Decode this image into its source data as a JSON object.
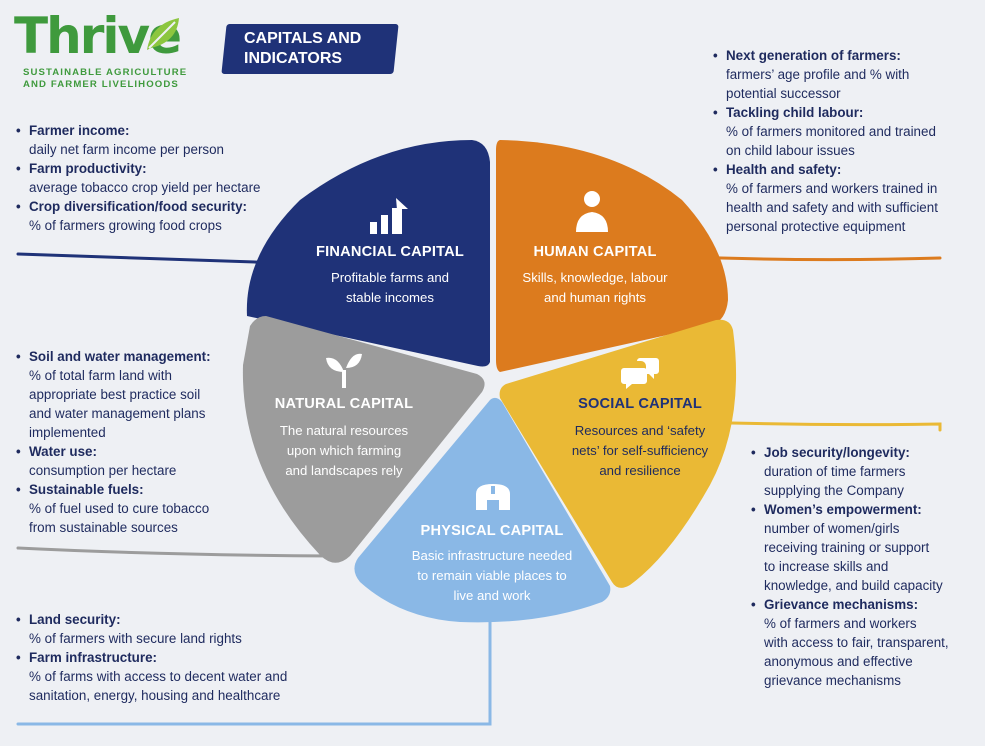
{
  "logo": {
    "word": "Thrive",
    "tagline_1": "SUSTAINABLE AGRICULTURE",
    "tagline_2": "AND FARMER LIVELIHOODS"
  },
  "title": {
    "line_1": "CAPITALS AND",
    "line_2": "INDICATORS"
  },
  "colors": {
    "financial": "#1f3278",
    "human": "#dc7b1e",
    "social": "#eab935",
    "physical": "#8ab8e6",
    "natural": "#9c9c9c",
    "logo_green": "#3f9a3d",
    "navy": "#1e2a5e",
    "background": "#eef0f4"
  },
  "segments": [
    {
      "id": "financial",
      "title": "FINANCIAL CAPITAL",
      "desc_1": "Profitable farms and",
      "desc_2": "stable incomes",
      "icon": "bar-chart-arrow-icon"
    },
    {
      "id": "human",
      "title": "HUMAN CAPITAL",
      "desc_1": "Skills, knowledge, labour",
      "desc_2": "and human rights",
      "icon": "person-icon"
    },
    {
      "id": "natural",
      "title": "NATURAL CAPITAL",
      "desc_1": "The natural resources",
      "desc_2": "upon which farming",
      "desc_3": "and landscapes rely",
      "icon": "seedling-icon"
    },
    {
      "id": "social",
      "title": "SOCIAL CAPITAL",
      "desc_1": "Resources and ‘safety",
      "desc_2": "nets’ for self-sufficiency",
      "desc_3": "and resilience",
      "icon": "speech-bubbles-icon"
    },
    {
      "id": "physical",
      "title": "PHYSICAL CAPITAL",
      "desc_1": "Basic infrastructure needed",
      "desc_2": "to remain viable places to",
      "desc_3": "live and work",
      "icon": "house-icon"
    }
  ],
  "indicators": {
    "financial": [
      {
        "h": "Farmer income:",
        "d": [
          "daily net farm income per person"
        ]
      },
      {
        "h": "Farm productivity:",
        "d": [
          "average tobacco crop yield per hectare"
        ]
      },
      {
        "h": "Crop diversification/food security:",
        "d": [
          "% of farmers growing food crops"
        ]
      }
    ],
    "human": [
      {
        "h": "Next generation of farmers:",
        "d": [
          "farmers’ age profile and % with",
          "potential successor"
        ]
      },
      {
        "h": "Tackling child labour:",
        "d": [
          "% of farmers monitored and trained",
          "on child labour issues"
        ]
      },
      {
        "h": "Health and safety:",
        "d": [
          "% of farmers and workers trained in",
          "health and safety and with sufficient",
          "personal protective equipment"
        ]
      }
    ],
    "natural": [
      {
        "h": "Soil and water management:",
        "d": [
          "% of total farm land with",
          "appropriate best practice soil",
          "and water management plans",
          "implemented"
        ]
      },
      {
        "h": "Water use:",
        "d": [
          "consumption per hectare"
        ]
      },
      {
        "h": "Sustainable fuels:",
        "d": [
          "% of fuel used to cure tobacco",
          "from sustainable sources"
        ]
      }
    ],
    "social": [
      {
        "h": "Job security/longevity:",
        "d": [
          "duration of time farmers",
          "supplying the Company"
        ]
      },
      {
        "h": "Women’s empowerment:",
        "d": [
          "number of women/girls",
          "receiving training or support",
          "to increase skills and",
          "knowledge, and build capacity"
        ]
      },
      {
        "h": "Grievance mechanisms:",
        "d": [
          "% of farmers and workers",
          "with access to fair, transparent,",
          "anonymous and effective",
          "grievance mechanisms"
        ]
      }
    ],
    "physical": [
      {
        "h": "Land security:",
        "d": [
          "% of farmers with secure land rights"
        ]
      },
      {
        "h": "Farm infrastructure:",
        "d": [
          "% of farms with access to decent water and",
          "sanitation, energy, housing and healthcare"
        ]
      }
    ]
  }
}
